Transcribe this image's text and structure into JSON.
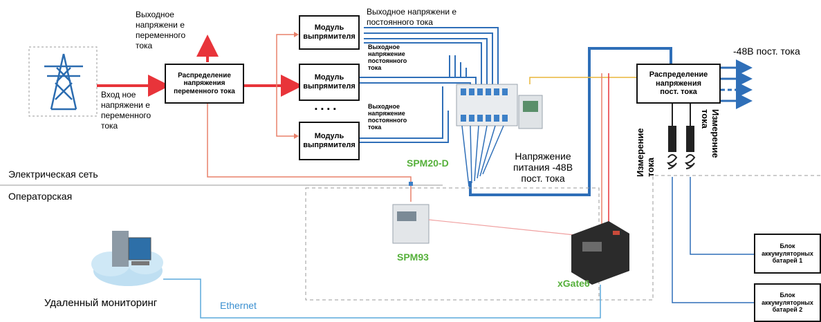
{
  "ac_input_label": "Вход ное\nнапряжени е\nпеременного\nтока",
  "ac_output_label": "Выходное\nнапряжени е\nпеременного\nтока",
  "ac_distribution_box": "Распределение\nнапряжения\nпеременного тока",
  "rectifier_modules": [
    "Модуль\nвыпрямителя",
    "Модуль\nвыпрямителя",
    "Модуль\nвыпрямителя"
  ],
  "dots": "▪ ▪ ▪ ▪",
  "dc_output_top": "Выходное напряжени е\nпостоянного  тока",
  "dc_output_mid": "Выходное\nнапряжение\nпостоянного\nтока",
  "dc_output_low": "Выходное\nнапряжение\nпостоянного\nтока",
  "spm20_label": "SPM20-D",
  "supply_voltage_label": "Напряжение\nпитания  -48В\nпост. тока",
  "dc_distribution_box": "Распределение\nнапряжения\nпост. тока",
  "dc_output_right": "-48В пост. тока",
  "current_measurement_1": "Измерение\nтока",
  "current_measurement_2": "Измерение\nтока",
  "battery_block_1": "Блок\nаккумуляторных\nбатарей 1",
  "battery_block_2": "Блок\nаккумуляторных\nбатарей  2",
  "zone_power": "Электрическая сеть",
  "zone_operator": "Операторская",
  "spm93_label": "SPM93",
  "xgate_label": "xGate6",
  "remote_monitoring": "Удаленный мониторинг",
  "ethernet_label": "Ethernet",
  "colors": {
    "ac_power": "#e8343a",
    "ac_thin": "#e8806a",
    "dc_bus": "#2f6fb8",
    "data": "#5aa9dc",
    "device_green": "#55b03a",
    "dashed": "#9a9a9a"
  }
}
